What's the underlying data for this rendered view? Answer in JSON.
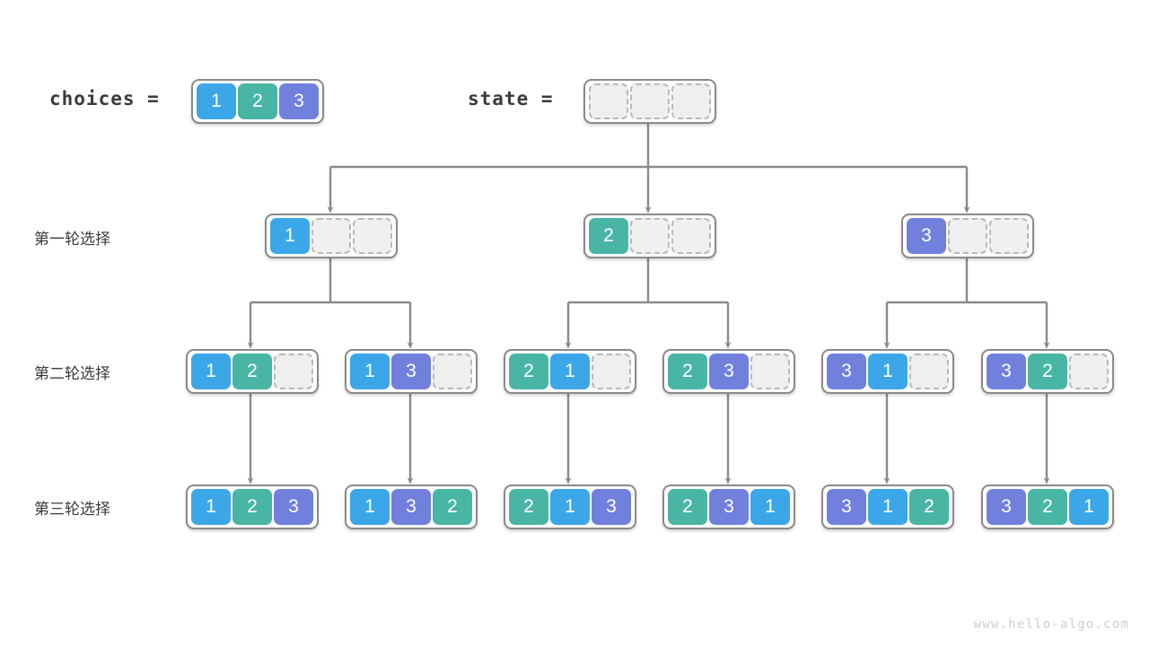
{
  "header": {
    "choices_label": "choices =",
    "state_label": "state =",
    "choices": [
      1,
      2,
      3
    ],
    "state": [
      null,
      null,
      null
    ]
  },
  "row_labels": [
    "第一轮选择",
    "第二轮选择",
    "第三轮选择"
  ],
  "colors": {
    "value_1": "#3ba7e8",
    "value_2": "#48b5a5",
    "value_3": "#7180dd",
    "empty_fill": "#efefef",
    "empty_border": "#b9b9b9",
    "node_border": "#8a8a8a",
    "edge": "#8a8a8a",
    "text": "#3b3b3b",
    "watermark": "#cfcfcf"
  },
  "tree": {
    "level1": [
      {
        "cells": [
          1,
          null,
          null
        ]
      },
      {
        "cells": [
          2,
          null,
          null
        ]
      },
      {
        "cells": [
          3,
          null,
          null
        ]
      }
    ],
    "level2": [
      {
        "cells": [
          1,
          2,
          null
        ]
      },
      {
        "cells": [
          1,
          3,
          null
        ]
      },
      {
        "cells": [
          2,
          1,
          null
        ]
      },
      {
        "cells": [
          2,
          3,
          null
        ]
      },
      {
        "cells": [
          3,
          1,
          null
        ]
      },
      {
        "cells": [
          3,
          2,
          null
        ]
      }
    ],
    "level3": [
      {
        "cells": [
          1,
          2,
          3
        ]
      },
      {
        "cells": [
          1,
          3,
          2
        ]
      },
      {
        "cells": [
          2,
          1,
          3
        ]
      },
      {
        "cells": [
          2,
          3,
          1
        ]
      },
      {
        "cells": [
          3,
          1,
          2
        ]
      },
      {
        "cells": [
          3,
          2,
          1
        ]
      }
    ]
  },
  "watermark": "www.hello-algo.com"
}
